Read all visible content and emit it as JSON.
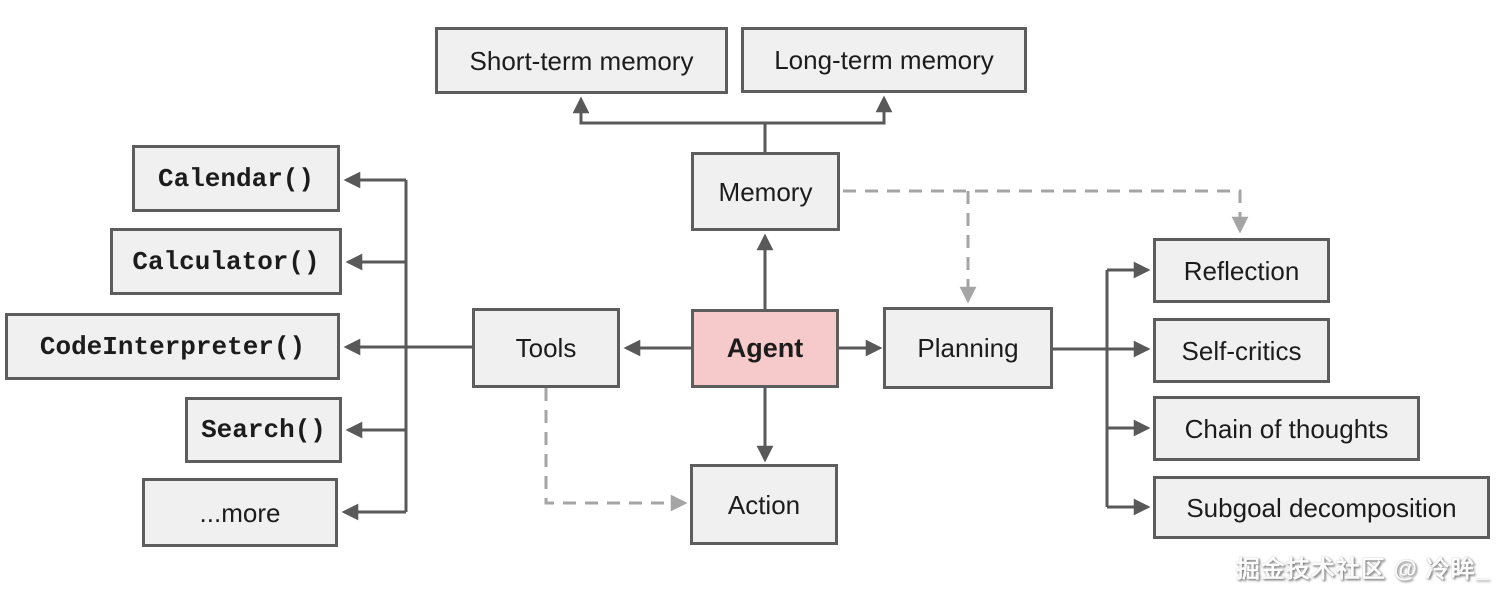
{
  "diagram": {
    "nodes": {
      "short_term_memory": {
        "label": "Short-term memory"
      },
      "long_term_memory": {
        "label": "Long-term memory"
      },
      "memory": {
        "label": "Memory"
      },
      "agent": {
        "label": "Agent"
      },
      "tools": {
        "label": "Tools"
      },
      "planning": {
        "label": "Planning"
      },
      "action": {
        "label": "Action"
      },
      "calendar": {
        "label": "Calendar()"
      },
      "calculator": {
        "label": "Calculator()"
      },
      "code_interpreter": {
        "label": "CodeInterpreter()"
      },
      "search": {
        "label": "Search()"
      },
      "more": {
        "label": "...more"
      },
      "reflection": {
        "label": "Reflection"
      },
      "self_critics": {
        "label": "Self-critics"
      },
      "chain_of_thoughts": {
        "label": "Chain of thoughts"
      },
      "subgoal_decomposition": {
        "label": "Subgoal decomposition"
      }
    },
    "colors": {
      "background": "#ffffff",
      "box_fill": "#f0f0f0",
      "box_border": "#5d5d5d",
      "agent_fill": "#f6caca",
      "text": "#1c1c1c",
      "solid_line": "#595959",
      "dashed_line": "#a5a5a5"
    },
    "watermark": "掘金技术社区 @ 冷眸_"
  }
}
